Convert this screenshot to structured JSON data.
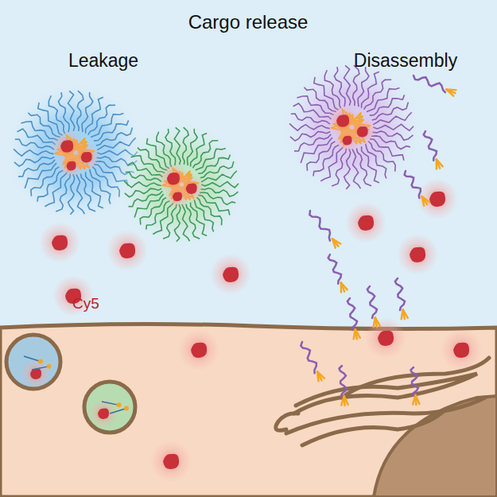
{
  "diagram": {
    "title": "Cargo release",
    "labels": [
      "Leakage",
      "Disassembly",
      "Cy5"
    ]
  }
}
